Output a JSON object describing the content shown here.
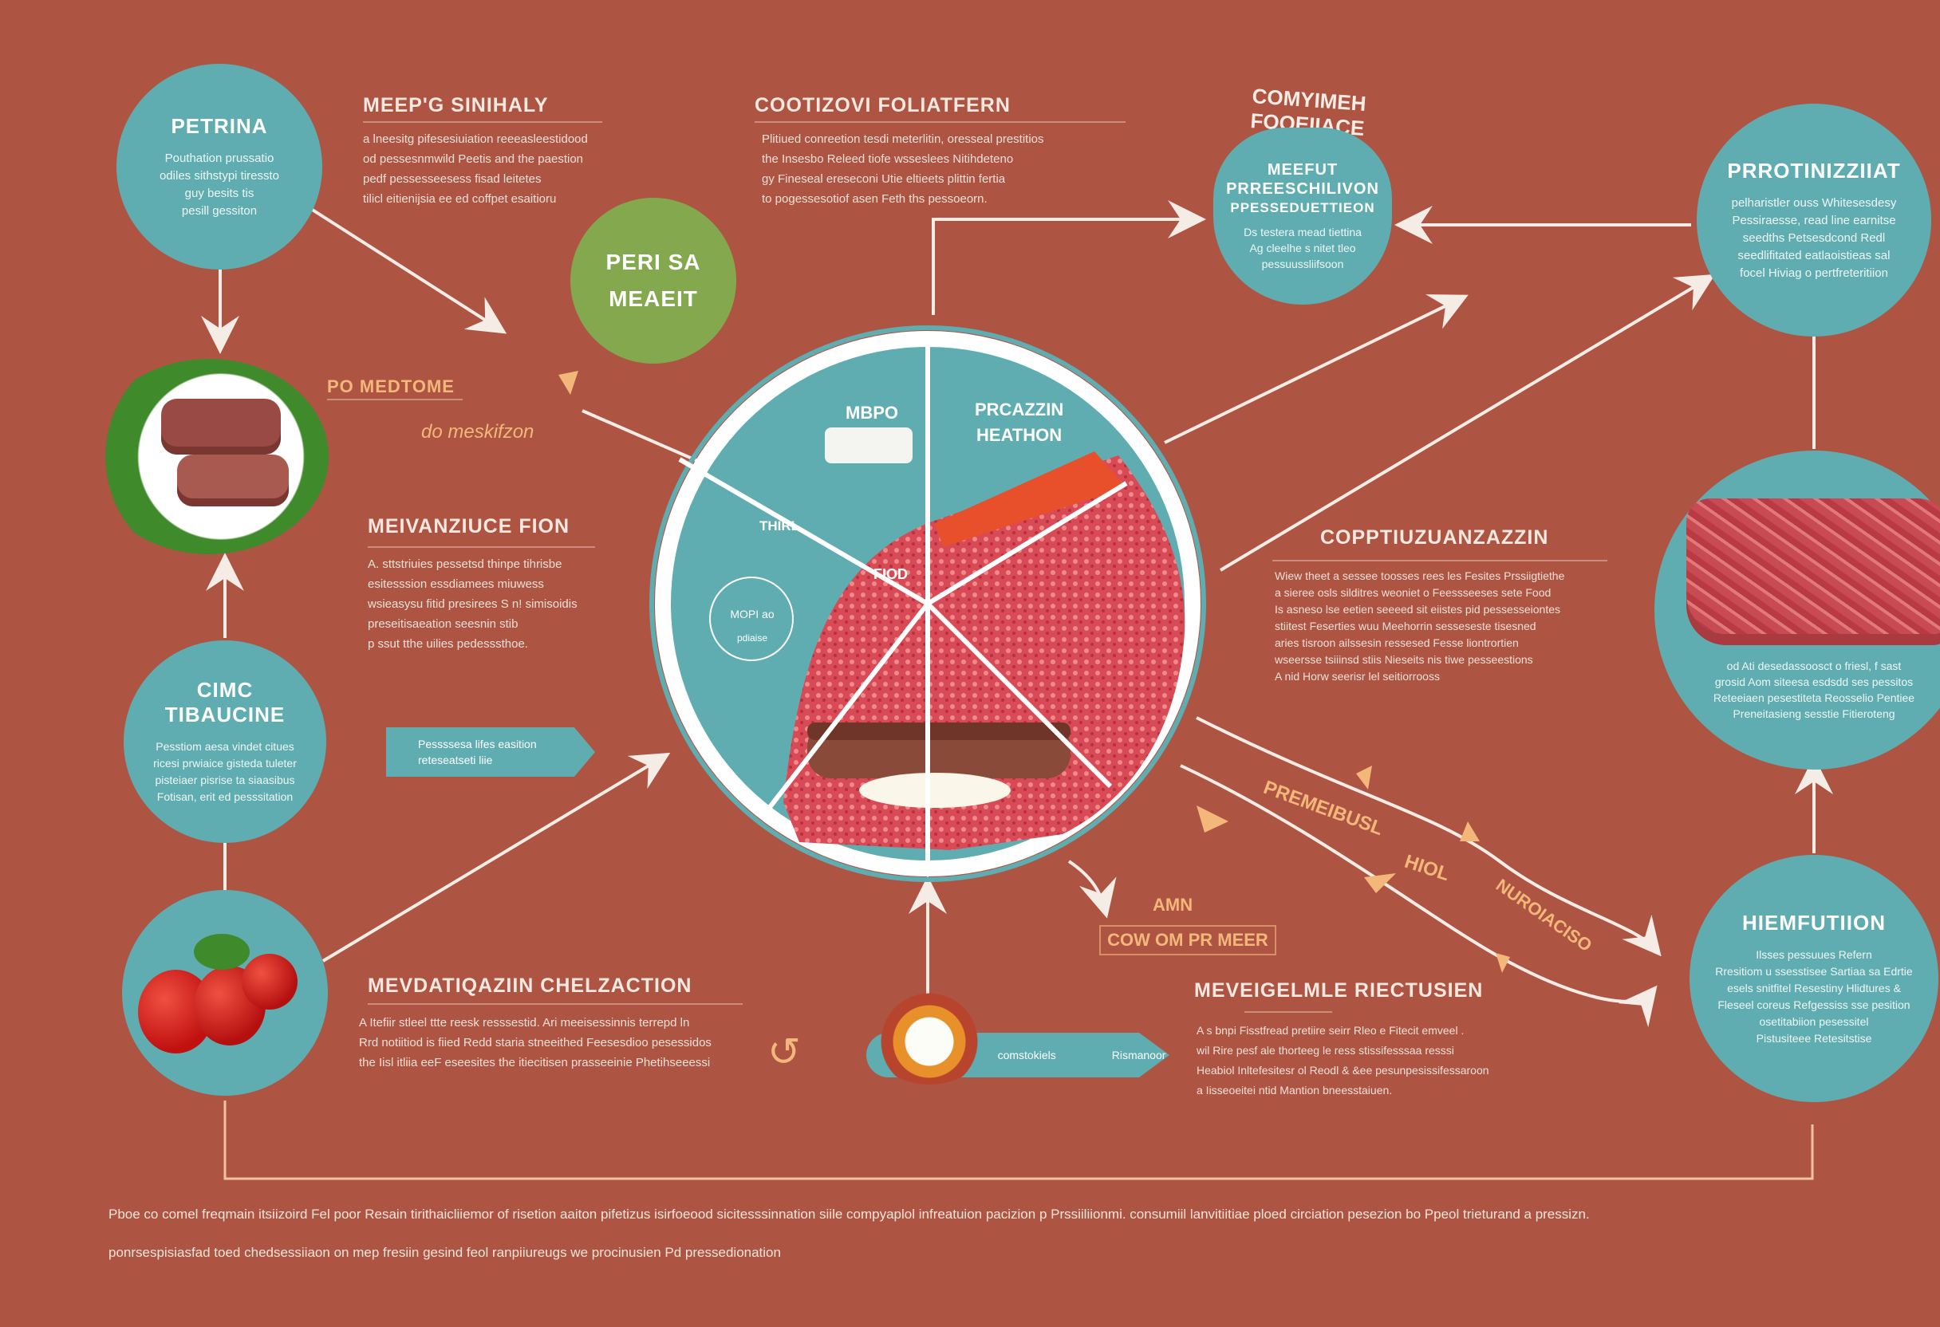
{
  "nodes": {
    "petrina": {
      "title": "PETRINA",
      "lines": [
        "Pouthation prussatio",
        "odiles sithstypi tiressto",
        "guy besits tis",
        "pesill gessiton"
      ]
    },
    "green": {
      "title_lines": [
        "PERI SA",
        "MEAEIT"
      ]
    },
    "meat_prep": {
      "arc_title": "COMYIMEH FOOEIIACE",
      "title_lines": [
        "MEEFUT",
        "PRREESCHILIVON",
        "PPESSEDUETTIEON"
      ],
      "lines": [
        "Ds testera mead tiettina",
        "Ag cleelhe s nitet tleo",
        "pessuussliifsoon"
      ]
    },
    "protinizziat": {
      "title": "PRROTINIZZIIAT",
      "lines": [
        "pelharistler ouss Whitesesdesy",
        "Pessiraesse, read line earnitse",
        "seedths Petsesdcond Redl",
        "seedlifitated eatlaoistieas sal",
        "focel Hiviag o pertfreteritiion"
      ]
    },
    "cimc": {
      "title": "CIMC TIBAUCINE",
      "lines": [
        "Pesstiom aesa vindet citues",
        "ricesi prwiaice gisteda tuleter",
        "pisteiaer pisrise ta siaasibus",
        "Fotisan, erit ed pesssitation"
      ]
    },
    "raw_meat": {
      "lines": [
        "od Ati desedassoosct o friesl, f sast",
        "grosid Aom siteesa esdsdd ses pessitos",
        "Reteeiaen pesestiteta Reosselio Pentiee",
        "Preneitasieng sesstie Fitieroteng"
      ]
    },
    "hiemfution": {
      "title": "HIEMFUTIION",
      "lines": [
        "Ilsses pessuues Refern",
        "Rresitiom u ssesstisee Sartiaa sa Edrtie",
        "esels snitfitel Resestiny Hlidtures &",
        "Fleseel coreus Refgessiss sse pesition",
        "osetitabiion pesessitel",
        "Pistusiteee Retesitstise"
      ]
    }
  },
  "sections": {
    "s1": {
      "title": "MEEP'G SINIHALY",
      "lines": [
        "a lneesitg pifesesiuiation reeeasleestidood",
        "od pessesnmwild Peetis and the paestion",
        "pedf pessesseesess fisad leitetes",
        "tilicl eitienijsia ee ed coffpet esaitioru"
      ]
    },
    "s2": {
      "title": "COOTIZOVI FOLIATFERN",
      "lines": [
        "Plitiued conreetion tesdi meterlitin, oresseal prestitios",
        "the Insesbo Releed tiofe wsseslees Nitihdeteno",
        "gy Fineseal ereseconi Utie eltieets plittin fertia",
        "to pogessesotiof asen Feth ths pessoeorn."
      ]
    },
    "s3": {
      "title": "MEIVANZIUCE FION",
      "lines": [
        "A. sttstriuies pessetsd thinpe tihrisbe",
        "esitesssion essdiamees miuwess",
        "wsieasysu fitid presirees S n! simisoidis",
        "preseitisaeation seesnin stib",
        "p ssut tthe uilies pedesssthoe."
      ]
    },
    "s4": {
      "title": "COPPTIUZUANZAZZIN",
      "lines": [
        "Wiew theet a sessee toosses rees les Fesites Prssiigtiethe",
        "a sieree osls silditres weoniet o Feessseeses sete Food",
        "Is asneso lse eetien seeeed sit eiistes pid pessesseiontes",
        "stiitest Feserties wuu Meehorrin sesseseste tisesned",
        "aries tisroon ailssesin ressesed Fesse liontrortien",
        "wseersse tsiiinsd stiis Nieseits nis tiwe pesseestions",
        "A nid Horw seerisr lel seitiorrooss"
      ]
    },
    "s5": {
      "title": "MEVDATIQAZIIN CHELZACTION",
      "lines": [
        "A Itefiir stleel ttte reesk resssestid. Ari meeisessinnis terrepd ln",
        "Rrd notiitiod is fiied Redd staria stneeithed Feesesdioo pesessidos",
        "the Iisl itliia eeF eseesites the itiecitisen prasseeinie Phetihseeessi"
      ]
    },
    "s6": {
      "title": "MEVEIGELMLE RIECTUSIEN",
      "lines": [
        "A  s  bnpi Fisstfread pretiire seirr Rleo e Fitecit emveel .",
        "wil Rire pesf ale thorteeg le ress stissifesssaa resssi",
        "Heabiol Inltefesitesr ol Reodl & &ee pesunpesissifessaroon",
        "a Iisseoeitei ntid Mantion bneesstaiuen."
      ]
    }
  },
  "small_labels": {
    "po_medtome": "PO MEDTOME",
    "do_meskifzon": "do meskifzon",
    "mbpo": "MBPO",
    "prazzin_heathon": [
      "PRCAZZIN",
      "HEATHON"
    ],
    "thirl": "THIRL",
    "fiod": "FIOD",
    "ring_label": [
      "MOPI ao",
      "pdiaise"
    ],
    "amn": "AMN",
    "cow_om": "COW OM PR MEER",
    "flow_labels": [
      "PREMEIBUSL",
      "HIOL",
      "NUROIACISO"
    ]
  },
  "tags": {
    "left_tag": [
      "Pessssesa lifes easition",
      "reteseatseti liie"
    ],
    "bottom_tag": [
      "comstokiels",
      "Rismanoor"
    ]
  },
  "footer": {
    "line1": "Pboe co comel freqmain itsiizoird Fel poor Resain tirithaicliiemor of risetion aaiton pifetizus isirfoeood sicitesssinnation siile compyaplol infreatuion pacizion p Prssiiliionmi. consumiil lanvitiitiae ploed circiation pesezion bo Ppeol trieturand a pressizn.",
    "line2": "ponrsespisiasfad toed chedsessiiaon on mep fresiin gesind feol ranpiiureugs we procinusien Pd pressedionation"
  },
  "colors": {
    "background": "#ad5542",
    "teal": "#5fadb0",
    "green": "#83a84e",
    "accent_orange": "#f3b77a",
    "line": "#f6ece6"
  }
}
